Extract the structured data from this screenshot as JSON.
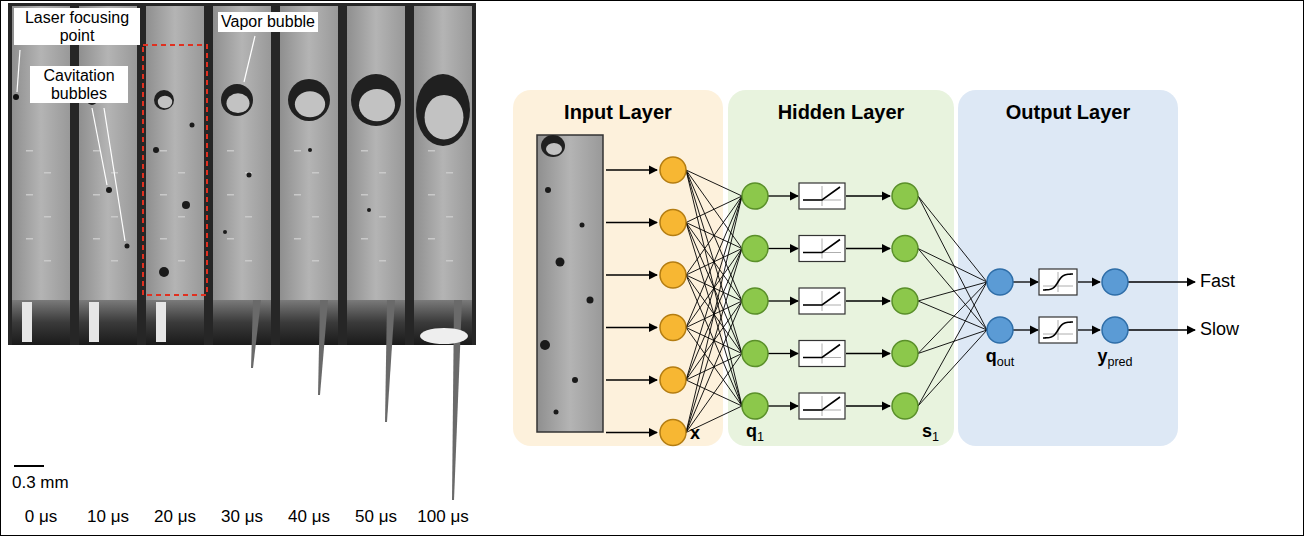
{
  "diagram": {
    "nodes": [
      {
        "text": [
          "Input Layer"
        ]
      },
      {
        "text": [
          "Hidden Layer"
        ]
      },
      {
        "text": [
          "Output Layer"
        ]
      }
    ],
    "labels": [
      "Laser focusing point",
      "Vapor bubble",
      "Cavitation bubbles",
      "0.3 mm",
      "0 μs",
      "10 μs",
      "20 μs",
      "30 μs",
      "40 μs",
      "50 μs",
      "100 μs",
      "x",
      "q1",
      "s1",
      "qout",
      "ypred",
      "Fast",
      "Slow"
    ]
  }
}
